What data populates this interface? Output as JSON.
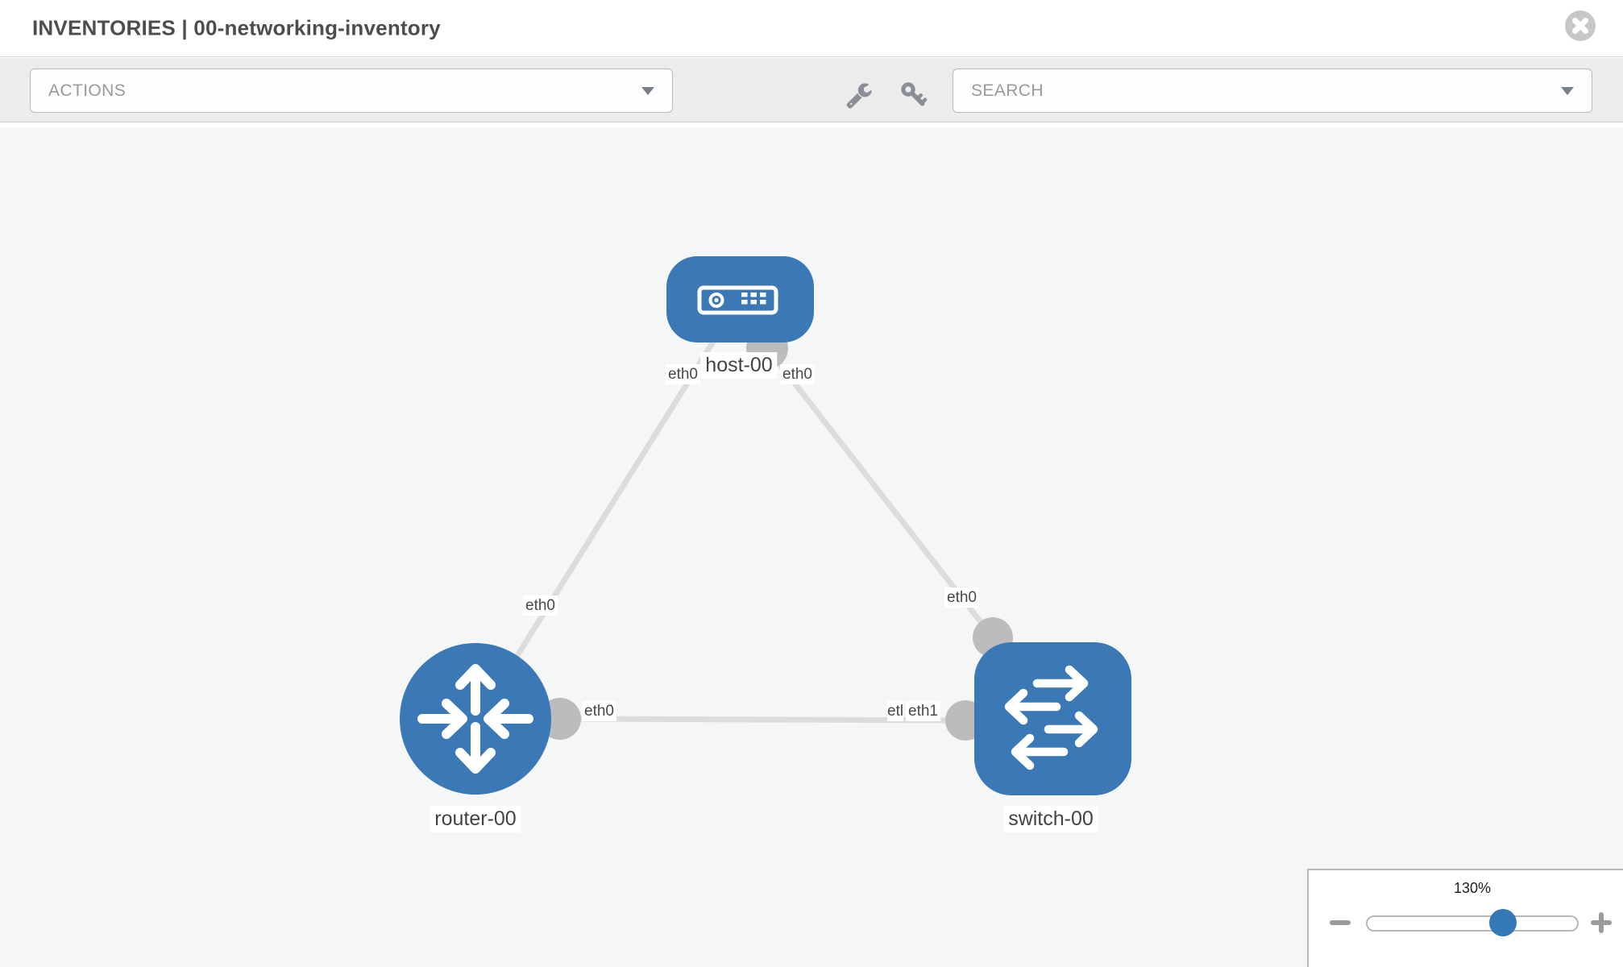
{
  "window": {
    "title": "INVENTORIES | 00-networking-inventory",
    "close_icon": "x-circle-icon"
  },
  "toolbar": {
    "actions": {
      "type": "dropdown",
      "value": "ACTIONS",
      "caret_icon": "caret-down-icon"
    },
    "tools": [
      {
        "icon": "wrench-icon"
      },
      {
        "icon": "key-icon"
      }
    ],
    "search": {
      "type": "dropdown",
      "value": "SEARCH",
      "caret_icon": "caret-down-icon"
    }
  },
  "canvas": {
    "nodes": [
      {
        "label": "host-00",
        "type": "host",
        "shape": "rounded-rectangle",
        "icon": "server-icon"
      },
      {
        "label": "router-00",
        "type": "router",
        "shape": "circle",
        "icon": "router-arrows-icon"
      },
      {
        "label": "switch-00",
        "type": "switch",
        "shape": "rounded-square",
        "icon": "switch-arrows-icon"
      }
    ],
    "links": [
      {
        "from": "host-00",
        "to": "router-00",
        "labels": {
          "from_end": "eth0",
          "to_end": "eth0"
        }
      },
      {
        "from": "host-00",
        "to": "switch-00",
        "labels": {
          "from_end": "eth0",
          "to_end": "eth0"
        }
      },
      {
        "from": "router-00",
        "to": "switch-00",
        "labels": {
          "from_end": "eth0",
          "to_end": "eth1",
          "to_end_overlap_fragment": "etl"
        }
      }
    ],
    "zoom_control": {
      "level": "130%",
      "zoom_out_icon": "minus-icon",
      "zoom_in_icon": "plus-icon"
    }
  },
  "colors": {
    "node_fill": "#3a78b6",
    "link_stroke": "#dcdcdc",
    "port_fill": "#bcbcbc",
    "canvas_bg": "#f5f6f6",
    "toolbar_bg": "#ececec",
    "slider_thumb": "#3478b6",
    "header_text": "#4d4d4d"
  }
}
